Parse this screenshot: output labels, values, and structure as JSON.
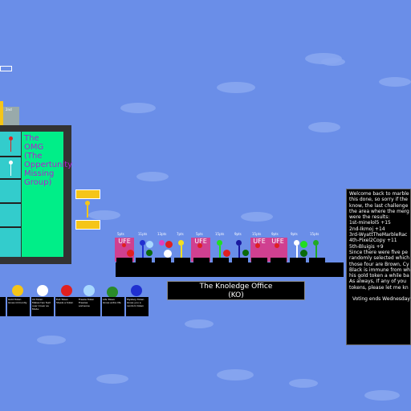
{
  "omg_house": {
    "title": "The OMG (The Oppertunity Missing Group)",
    "top_label": "2nd"
  },
  "ko": {
    "title": "The Knoledge Office",
    "subtitle": "(KO)"
  },
  "scores": [
    "5pts",
    "11pts",
    "13pts",
    "7pts",
    "5pts",
    "15pts",
    "9pts",
    "15pts",
    "9pts",
    "9pts",
    "15pts"
  ],
  "ufe_label": "UFE",
  "message": {
    "lines": [
      "Welcome back to marble",
      "this done, so sorry if the",
      "know, the last challenge",
      "the area where the merg",
      "were the results:",
      "1st-minelol5 +15",
      "2nd-Ikmoj +14",
      "3rd-WyattTheMarbleRac",
      "4th-Pixel2Copy +11",
      "5th-Bluigis +9",
      "Since there were five pe",
      "randomly selected which",
      "those four are Brown, Cy",
      "Black is immune from wh",
      "his gold token a while ba",
      "As always, If any of you",
      "tokens, please let me kn",
      "",
      "Voting ends Wednesday"
    ]
  },
  "legend": [
    {
      "label": "Gold Token",
      "desc": "Gives immunity",
      "color": "#f5c518"
    },
    {
      "label": "Xd Token",
      "desc": "Makes two feet over Cover as Mode",
      "color": "#ffffff"
    },
    {
      "label": "Evil Token",
      "desc": "Steals a token",
      "color": "#e02020"
    },
    {
      "label": "Freeze Token",
      "desc": "Freezes someone",
      "color": "#a8d8ff"
    },
    {
      "label": "Life Token",
      "desc": "Gives extra life",
      "color": "#2a8a2a"
    },
    {
      "label": "Mystery Token",
      "desc": "Gives you a random token",
      "color": "#2030d0"
    }
  ],
  "colors": {
    "sky": "#6a8ee8",
    "green_room": "#00ee88",
    "cyan_room": "#33cccc"
  }
}
